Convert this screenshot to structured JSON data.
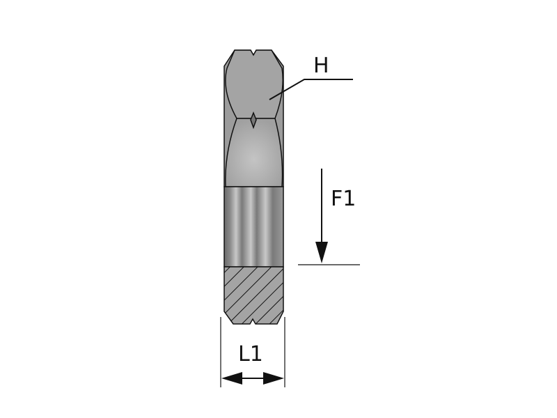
{
  "labels": {
    "h": "H",
    "f1": "F1",
    "l1": "L1"
  },
  "colors": {
    "body": "#a8a8a8",
    "face": "#b4b4b4",
    "line": "#111111"
  }
}
